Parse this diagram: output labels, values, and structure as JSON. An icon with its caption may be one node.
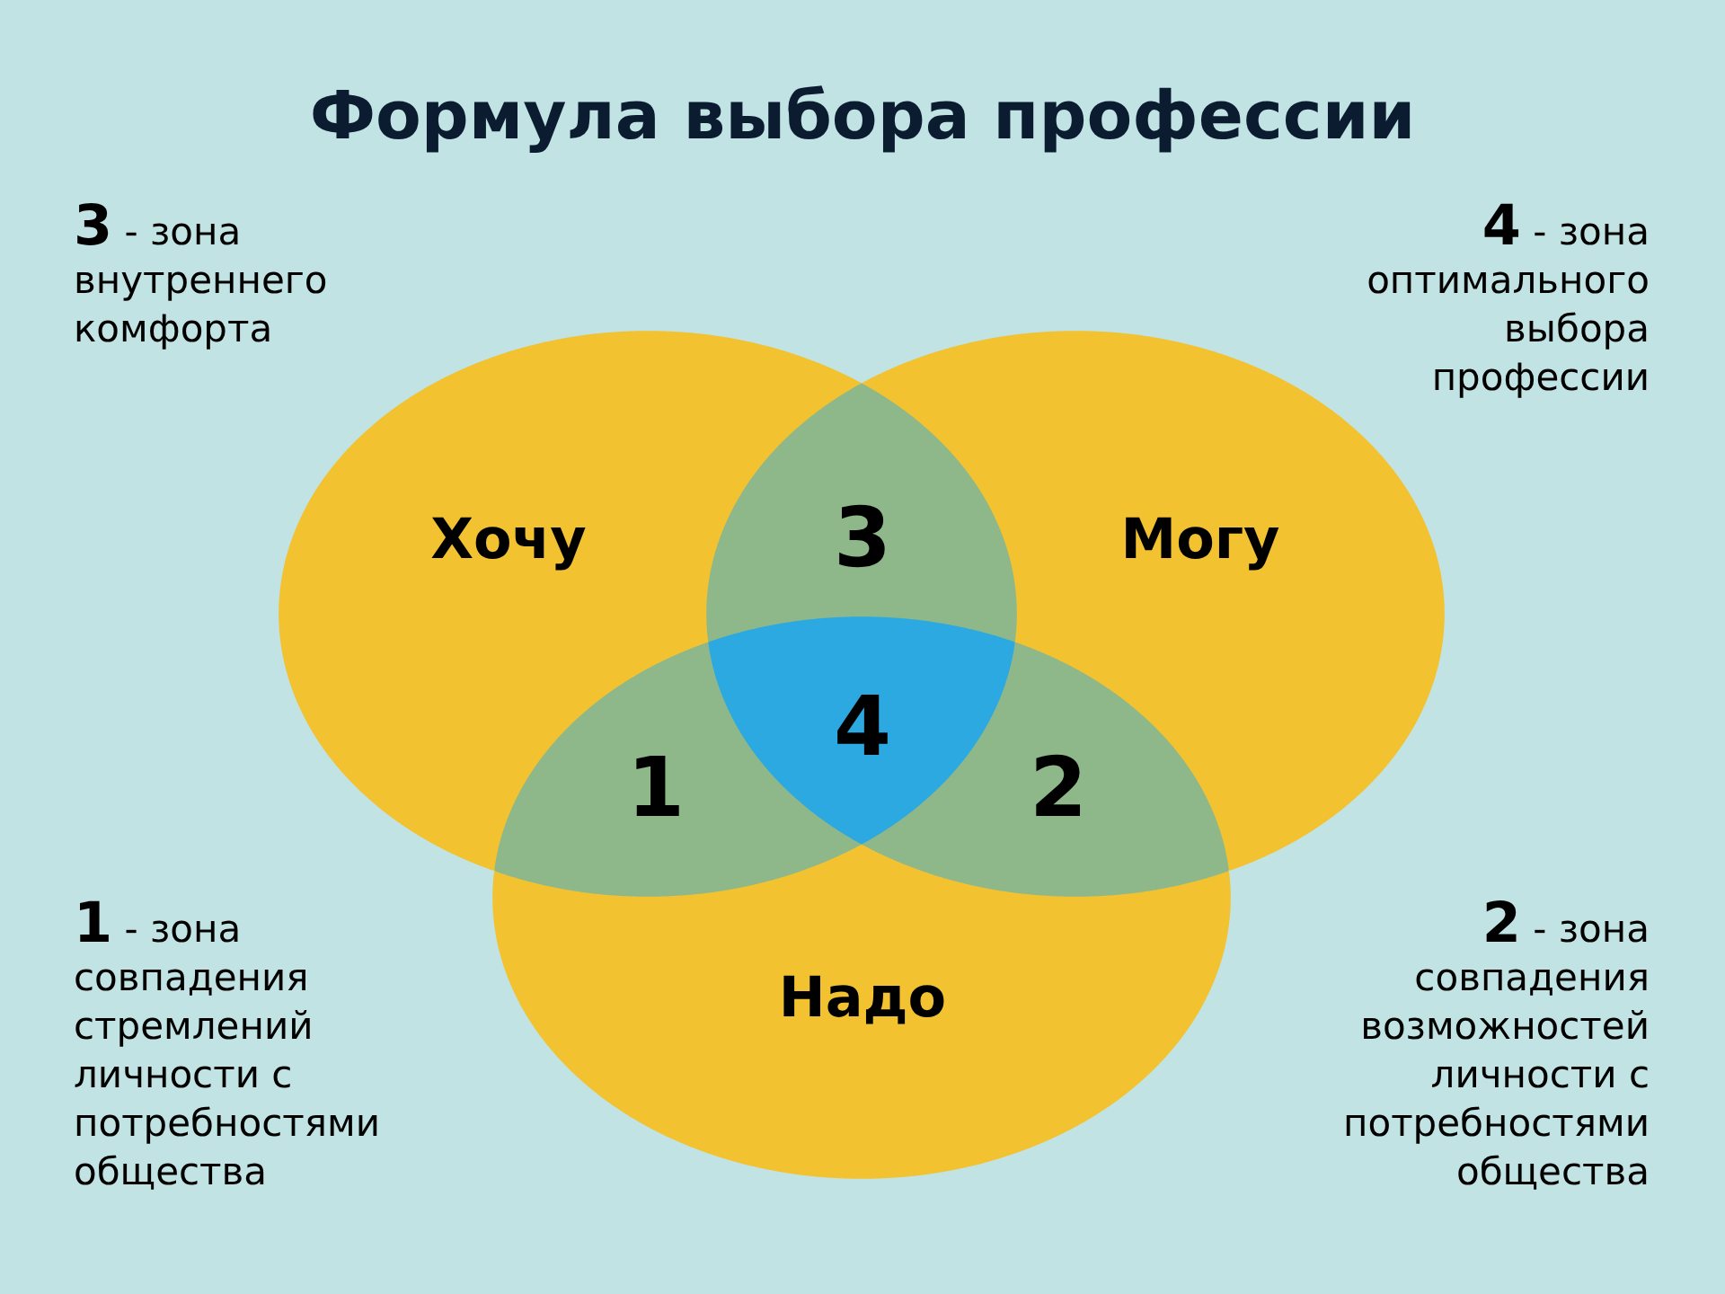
{
  "diagram": {
    "title": "Формула выбора профессии",
    "nodes": [
      {
        "text": [
          "Хочу"
        ]
      },
      {
        "text": [
          "3"
        ]
      },
      {
        "text": [
          "Могу"
        ]
      },
      {
        "text": [
          "4"
        ]
      },
      {
        "text": [
          "1"
        ]
      },
      {
        "text": [
          "2"
        ]
      },
      {
        "text": [
          "Надо"
        ]
      }
    ],
    "labels": [
      "**3** - зона внутреннего комфорта",
      "**4** - зона оптимального выбора профессии",
      "**1** - зона совпадения стремлений личности с потребностями общества",
      "**2** - зона совпадения возможностей личности с потребностями общества"
    ]
  }
}
